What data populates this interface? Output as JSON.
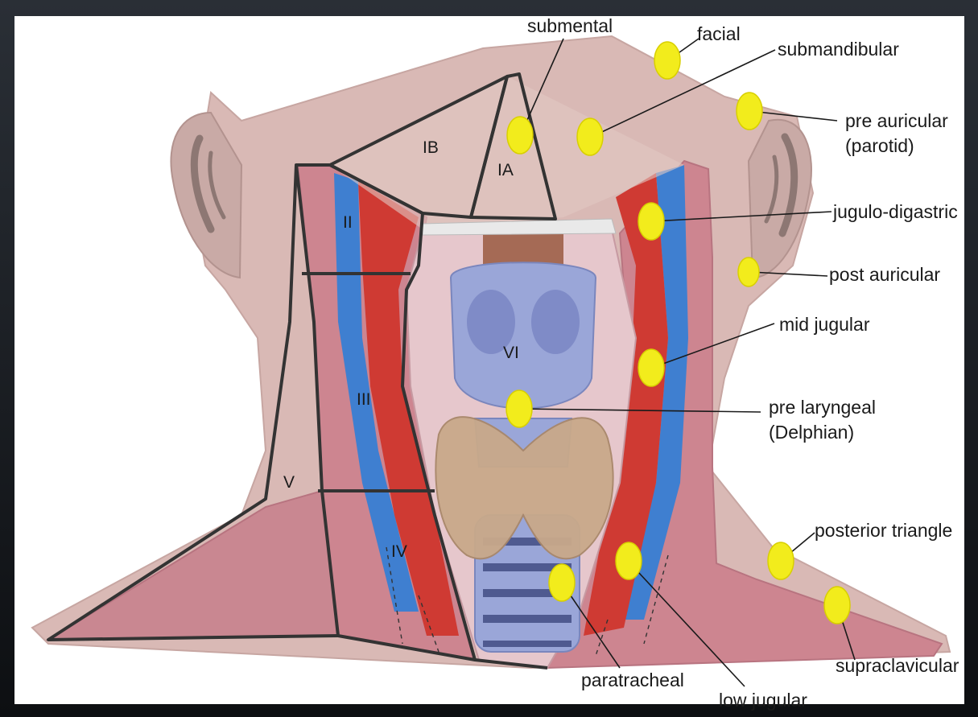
{
  "levels": {
    "IA": "IA",
    "IB": "IB",
    "II": "II",
    "III": "III",
    "IV": "IV",
    "V": "V",
    "VI": "VI"
  },
  "node_labels": {
    "submental": "submental",
    "facial": "facial",
    "submandibular": "submandibular",
    "pre_auricular_1": "pre auricular",
    "pre_auricular_2": "(parotid)",
    "jugulo_digastric": "jugulo-digastric",
    "post_auricular": "post auricular",
    "mid_jugular": "mid jugular",
    "pre_laryngeal_1": "pre laryngeal",
    "pre_laryngeal_2": "(Delphian)",
    "posterior_triangle": "posterior triangle",
    "supraclavicular": "supraclavicular",
    "paratracheal": "paratracheal",
    "low_jugular": "low jugular"
  },
  "colors": {
    "skin": "#d9b9b5",
    "muscle": "#cd8590",
    "vein": "#3f7fd0",
    "artery": "#cf3a33",
    "cartilage": "#9aa6d8",
    "thyroid": "#c9a98a",
    "node": "#f2ec1c"
  }
}
